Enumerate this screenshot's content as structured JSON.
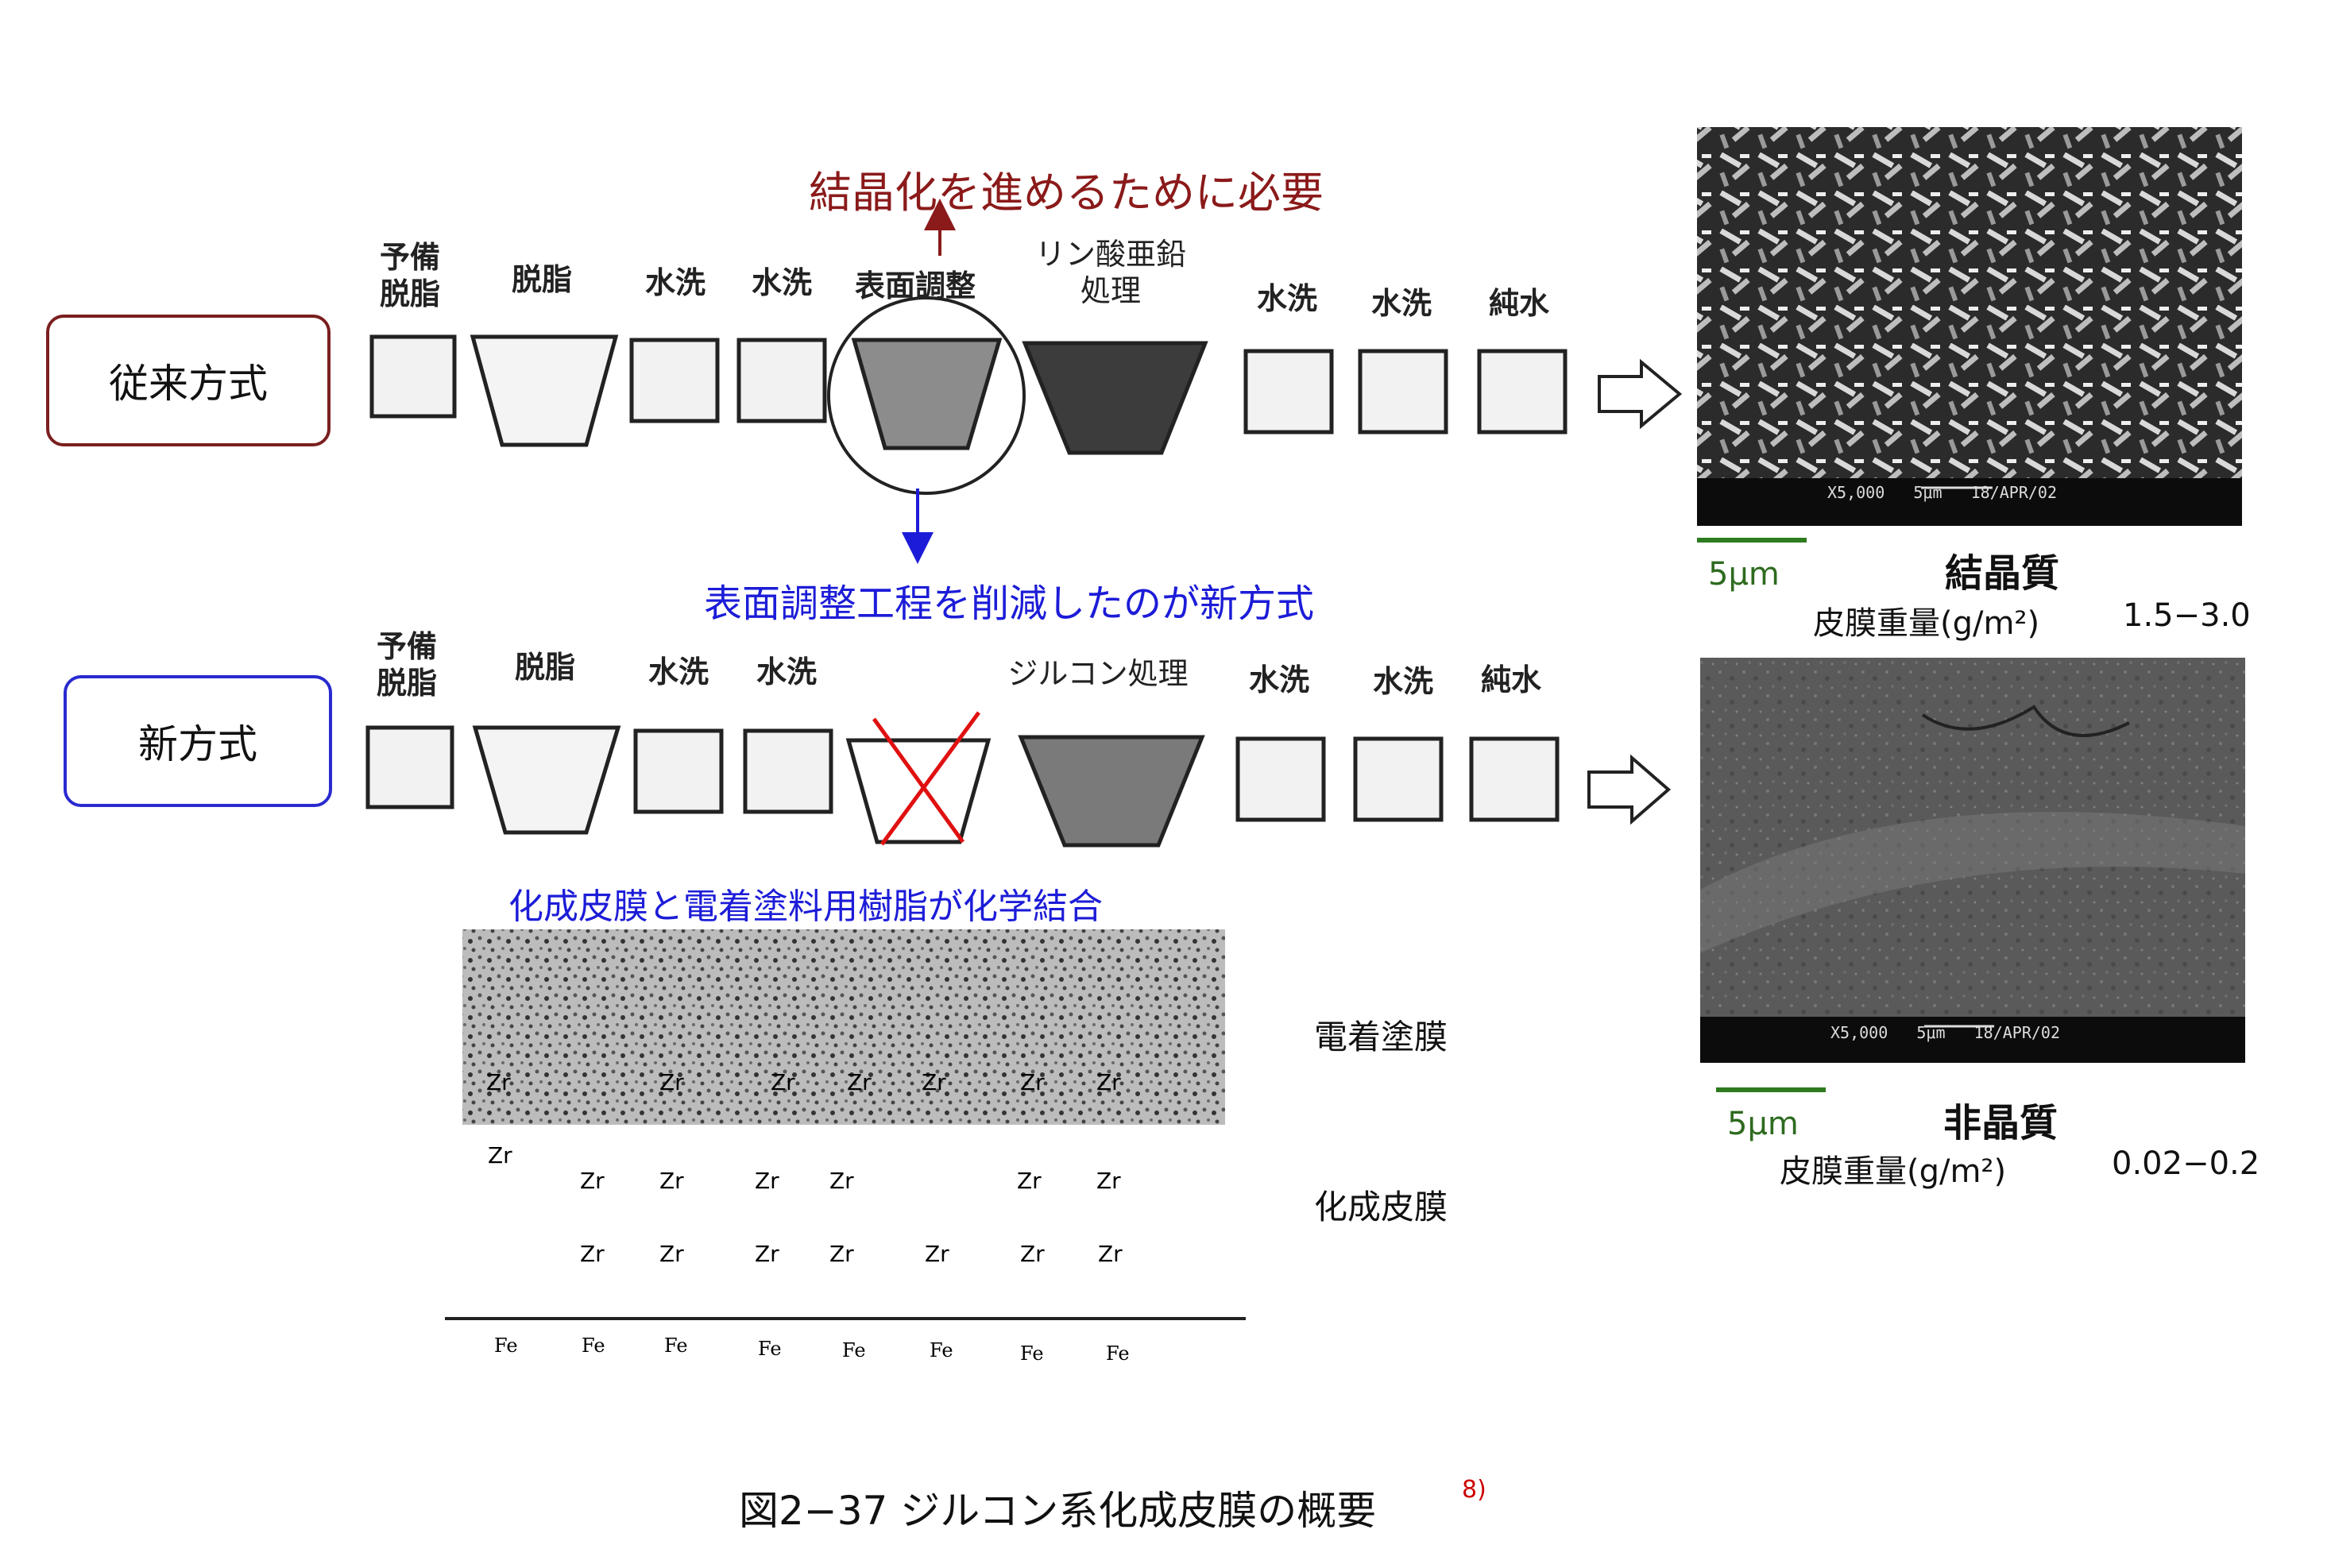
{
  "top_note": "結晶化を進めるために必要",
  "middle_note": "表面調整工程を削減したのが新方式",
  "bond_note": "化成皮膜と電着塗料用樹脂が化学結合",
  "rows": {
    "conventional": {
      "label": "従来方式",
      "steps": [
        "予備\n脱脂",
        "脱脂",
        "水洗",
        "水洗",
        "表面調整",
        "リン酸亜鉛\n処理",
        "水洗",
        "水洗",
        "純水"
      ]
    },
    "new": {
      "label": "新方式",
      "steps": [
        "予備\n脱脂",
        "脱脂",
        "水洗",
        "水洗",
        "ジルコン処理",
        "水洗",
        "水洗",
        "純水"
      ]
    }
  },
  "sem": {
    "crystalline": {
      "label": "結晶質",
      "scale": "5μm",
      "weight_label": "皮膜重量(g/m²)",
      "weight_value": "1.5−3.0",
      "micro_caption": "X5,000   5μm   18/APR/02"
    },
    "amorphous": {
      "label": "非晶質",
      "scale": "5μm",
      "weight_label": "皮膜重量(g/m²)",
      "weight_value": "0.02−0.2",
      "micro_caption": "X5,000   5μm   18/APR/02"
    }
  },
  "layers": {
    "coating": "電着塗膜",
    "conversion": "化成皮膜"
  },
  "atoms": {
    "zr": "Zr",
    "fe": "Fe"
  },
  "caption": "図2−37  ジルコン系化成皮膜の概要",
  "caption_ref": "8)",
  "colors": {
    "conventional_border": "#7a1f1f",
    "new_border": "#2a2ad0",
    "top_note": "#8b1a1a",
    "blue_note": "#1c1cd8",
    "cross": "#e01010",
    "scale_bar": "#2e7a1f"
  }
}
